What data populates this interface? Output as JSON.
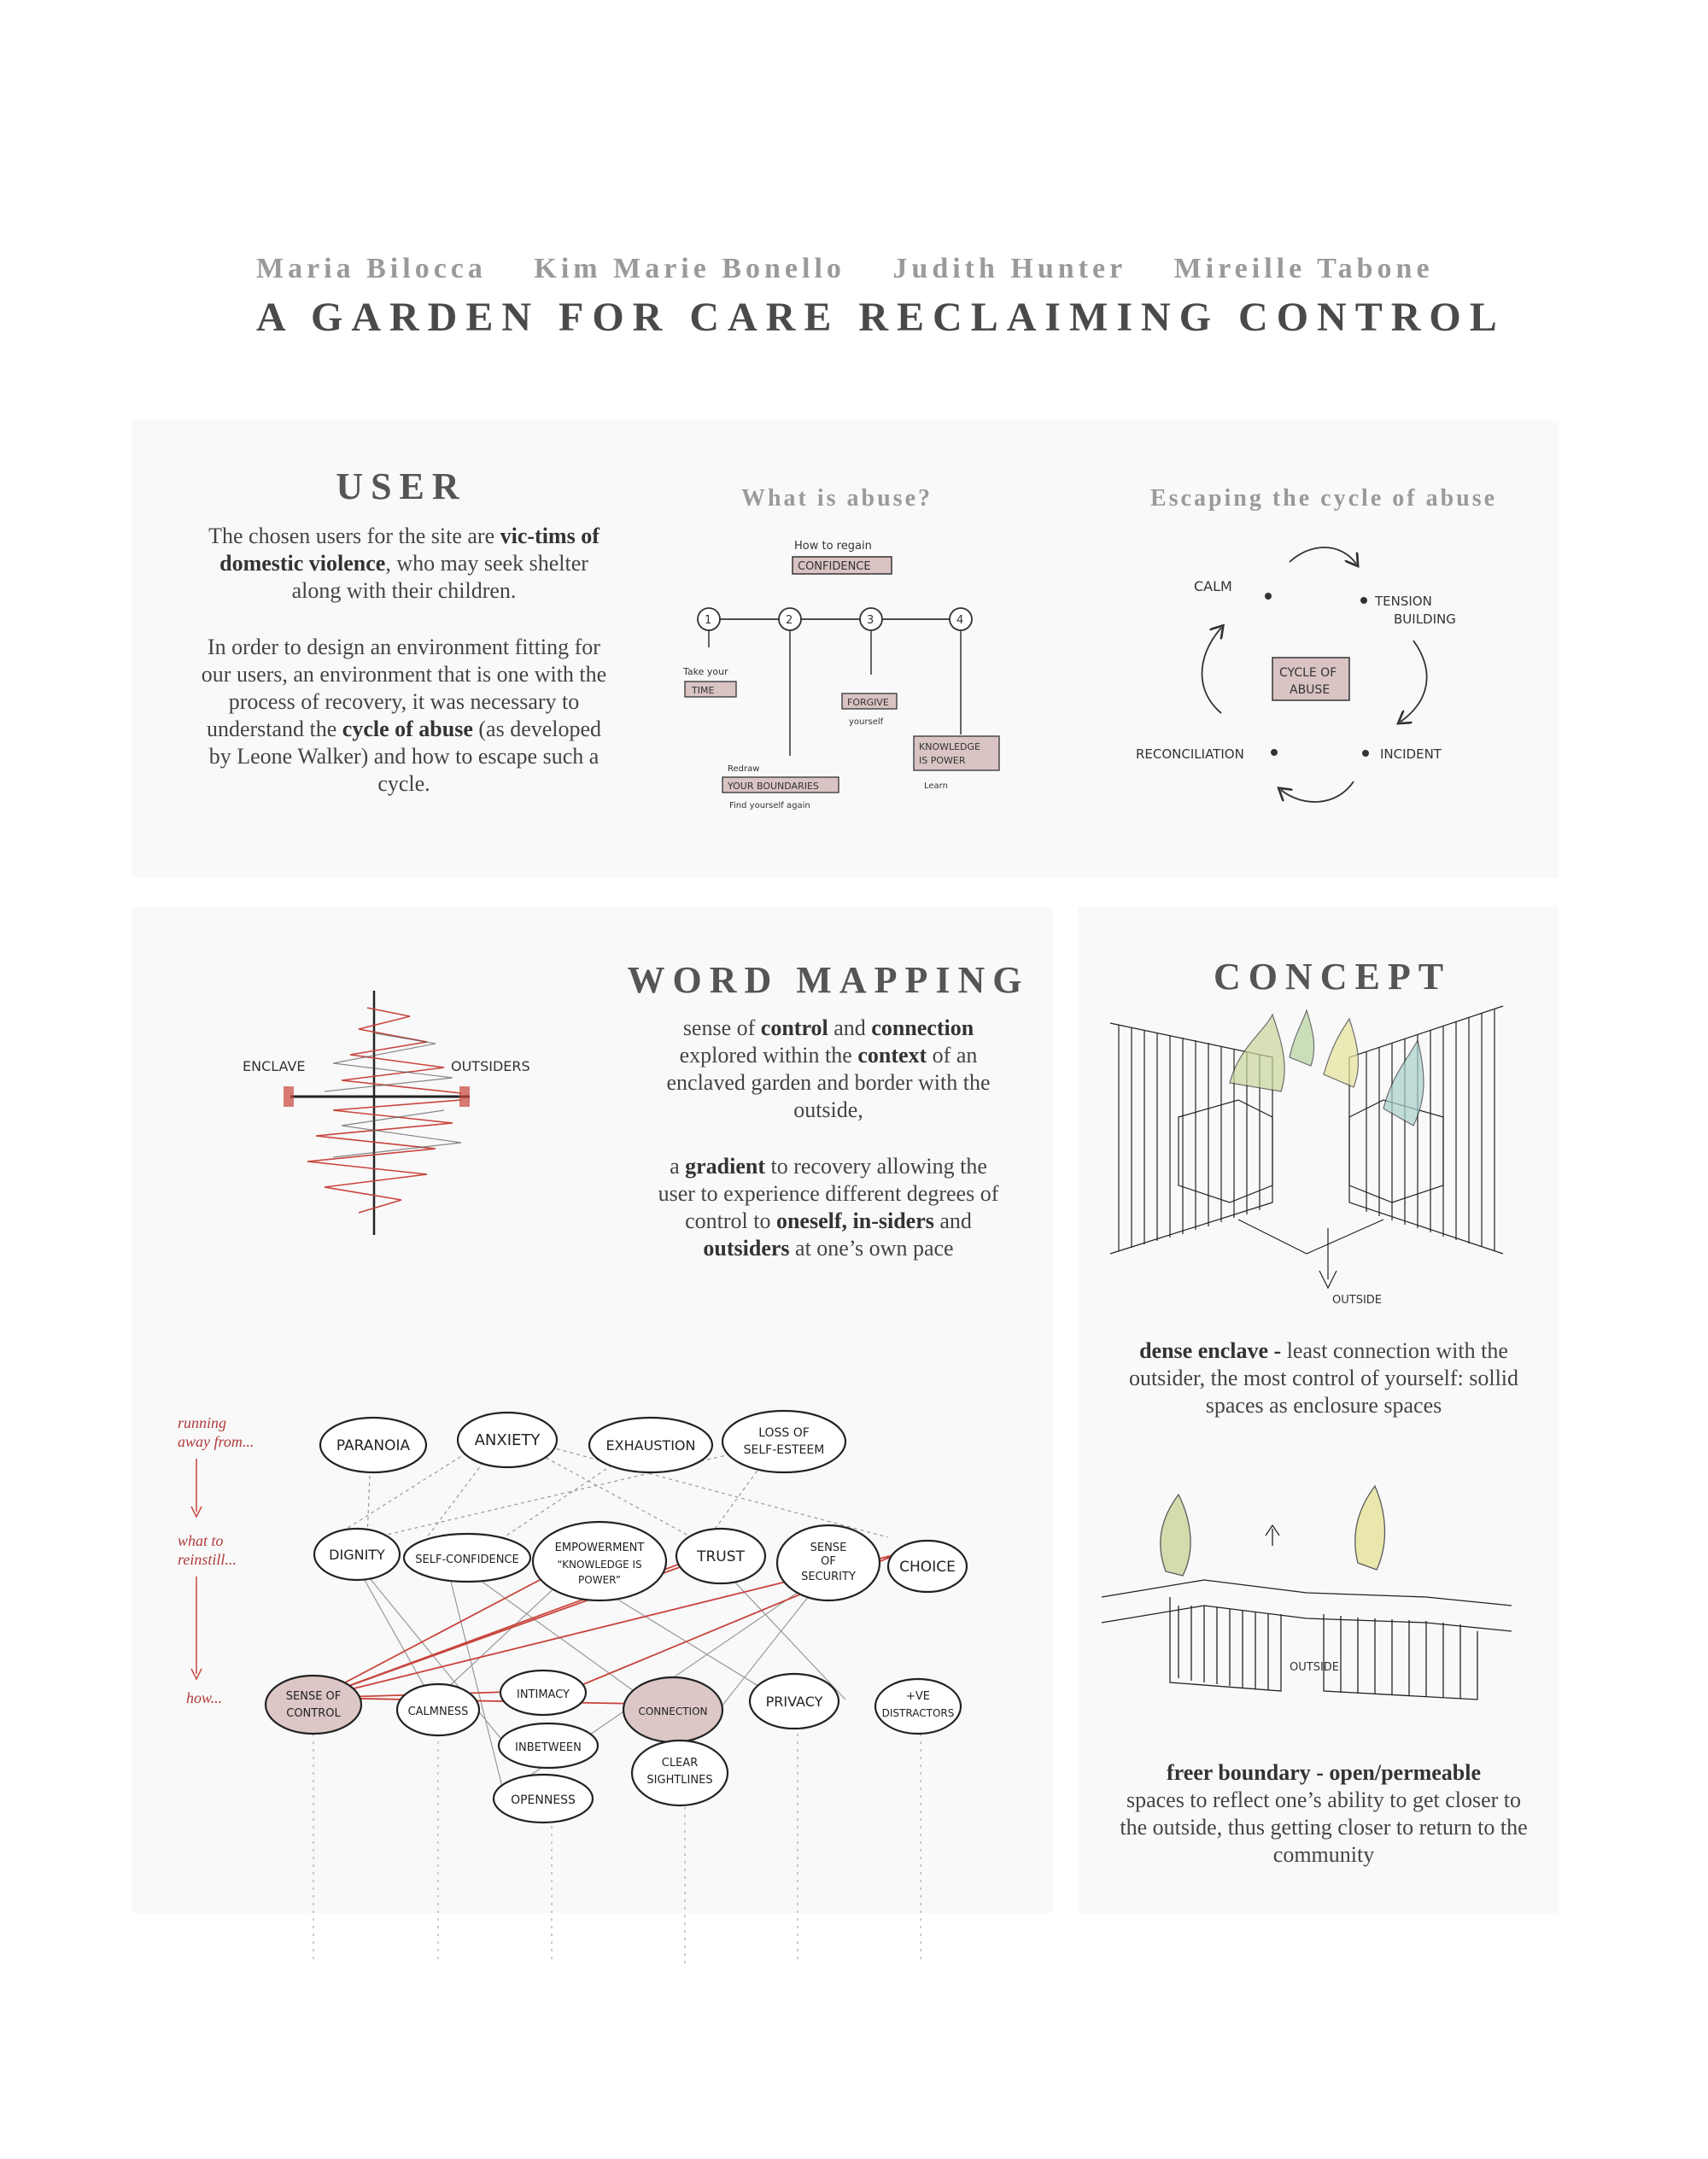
{
  "header": {
    "authors": [
      "Maria Bilocca",
      "Kim Marie Bonello",
      "Judith Hunter",
      "Mireille Tabone"
    ],
    "title": "A GARDEN FOR CARE RECLAIMING CONTROL"
  },
  "user": {
    "heading": "USER",
    "p1_a": "The chosen users for the site are ",
    "p1_b": "vic-tims of domestic violence",
    "p1_c": ", who may seek shelter along with their children.",
    "p2_a": "In order to design an environment fitting for our users, an environment that is one with the process of recovery, it was necessary to understand the ",
    "p2_b": "cycle of abuse",
    "p2_c": " (as developed by Leone Walker) and how to escape such a cycle."
  },
  "abuse": {
    "heading": "What is abuse?",
    "top_note": "How to regain",
    "top_box": "CONFIDENCE",
    "steps": [
      "1",
      "2",
      "3",
      "4"
    ],
    "take_note": "Take your",
    "take_box": "TIME",
    "forgive_box": "FORGIVE",
    "forgive_note": "yourself",
    "knowledge_box_1": "KNOWLEDGE",
    "knowledge_box_2": "IS POWER",
    "learn_note": "Learn",
    "redraw_note": "Redraw",
    "boundaries_box": "YOUR BOUNDARIES",
    "find_note": "Find yourself again"
  },
  "cycle": {
    "heading": "Escaping the cycle of abuse",
    "calm": "CALM",
    "tension_1": "TENSION",
    "tension_2": "BUILDING",
    "center_1": "CYCLE OF",
    "center_2": "ABUSE",
    "reconciliation": "RECONCILIATION",
    "incident": "INCIDENT"
  },
  "word_mapping": {
    "heading": "WORD MAPPING",
    "p1_a": "sense of ",
    "p1_b": "control",
    "p1_c": " and ",
    "p1_d": "connection",
    "p1_e": " explored within the ",
    "p1_f": "context",
    "p1_g": " of an enclaved garden and border with the outside,",
    "p2_a": "a ",
    "p2_b": "gradient",
    "p2_c": " to recovery allowing the user to experience different degrees of control to ",
    "p2_d": "oneself, in-siders",
    "p2_e": " and ",
    "p2_f": "outsiders",
    "p2_g": " at one’s own pace",
    "enclave_label": "ENCLAVE",
    "outsiders_label": "OUTSIDERS",
    "note_running_1": "running",
    "note_running_2": "away from...",
    "note_what_1": "what to",
    "note_what_2": "reinstill...",
    "note_how": "how...",
    "row1": [
      "PARANOIA",
      "ANXIETY",
      "EXHAUSTION",
      "LOSS OF",
      "SELF-ESTEEM"
    ],
    "row2": [
      "DIGNITY",
      "SELF-CONFIDENCE",
      "EMPOWERMENT",
      "“KNOWLEDGE IS",
      "POWER”",
      "TRUST",
      "SENSE",
      "OF",
      "SECURITY",
      "CHOICE"
    ],
    "row3": [
      "SENSE OF",
      "CONTROL",
      "CALMNESS",
      "INTIMACY",
      "CONNECTION",
      "PRIVACY",
      "+VE",
      "DISTRACTORS"
    ],
    "row4": [
      "INBETWEEN",
      "CLEAR",
      "SIGHTLINES",
      "OPENNESS"
    ],
    "highlight_color": "#dcc6c6",
    "line_red": "#c8443c"
  },
  "concept": {
    "heading": "CONCEPT",
    "outside_1": "OUTSIDE",
    "outside_2": "OUTSIDE",
    "p1_a": "dense enclave - ",
    "p1_b": "least connection with the outsider, the most control of yourself: sollid spaces as enclosure spaces",
    "p2_a": "freer boundary - open/permeable",
    "p2_b": "spaces to reflect one’s ability to get closer to the outside, thus getting closer to return to the community"
  }
}
